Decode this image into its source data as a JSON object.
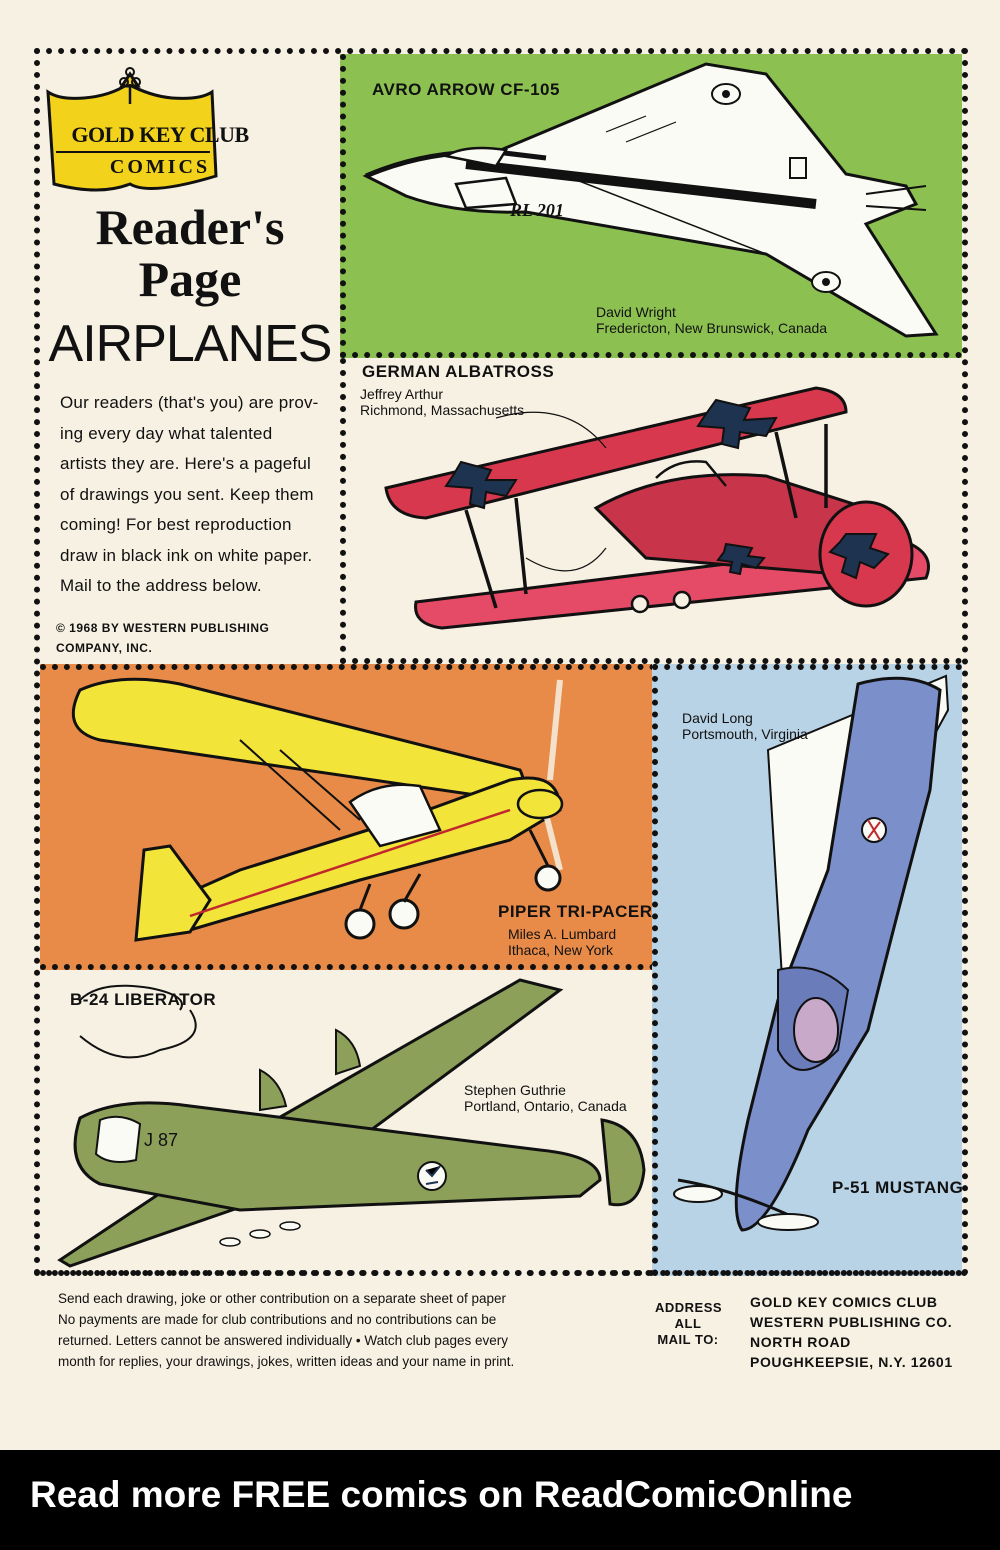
{
  "logo": {
    "line1": "GOLD KEY CLUB",
    "line2": "COMICS"
  },
  "header": {
    "title_line1": "Reader's",
    "title_line2": "Page",
    "subtitle": "AIRPLANES"
  },
  "intro": {
    "lines": [
      "Our readers (that's you) are prov-",
      "ing every day what talented",
      "artists they are. Here's a pageful",
      "of drawings you sent. Keep them",
      "coming! For best reproduction",
      "draw in black ink on white paper.",
      "Mail to the address below."
    ]
  },
  "copyright": {
    "line1": "© 1968 BY WESTERN PUBLISHING",
    "line2": "COMPANY, INC."
  },
  "panels": {
    "avro": {
      "title": "AVRO ARROW CF-105",
      "artist": "David Wright",
      "location": "Fredericton, New Brunswick, Canada",
      "marking": "RL 201",
      "bg": "#8cc152"
    },
    "albatross": {
      "title": "GERMAN ALBATROSS",
      "artist": "Jeffrey Arthur",
      "location": "Richmond, Massachusetts",
      "bg": "#f7f1e3"
    },
    "piper": {
      "title": "PIPER TRI-PACER",
      "artist": "Miles A. Lumbard",
      "location": "Ithaca, New York",
      "bg": "#e98b48"
    },
    "mustang": {
      "title": "P-51 MUSTANG",
      "artist": "David Long",
      "location": "Portsmouth, Virginia",
      "bg": "#b9d3e6"
    },
    "liberator": {
      "title": "B-24 LIBERATOR",
      "artist": "Stephen Guthrie",
      "location": "Portland, Ontario, Canada",
      "marking": "J 87",
      "bg": "#f7f1e3"
    }
  },
  "footer": {
    "lines": [
      "Send each drawing, joke or other contribution on a separate sheet of paper",
      "No payments are made for club contributions and no contributions can be",
      "returned. Letters cannot be answered individually • Watch club pages every",
      "month for replies, your drawings, jokes, written ideas and your name in print."
    ]
  },
  "address": {
    "label": [
      "ADDRESS",
      "ALL",
      "MAIL TO:"
    ],
    "lines": [
      "GOLD KEY COMICS CLUB",
      "WESTERN PUBLISHING CO.",
      "NORTH ROAD",
      "POUGHKEEPSIE, N.Y. 12601"
    ]
  },
  "banner": {
    "text": "Read more FREE comics on ReadComicOnline"
  },
  "colors": {
    "paper": "#f7f1e3",
    "ink": "#111111",
    "logo_gold": "#f2d21a",
    "banner_bg": "#000000"
  }
}
